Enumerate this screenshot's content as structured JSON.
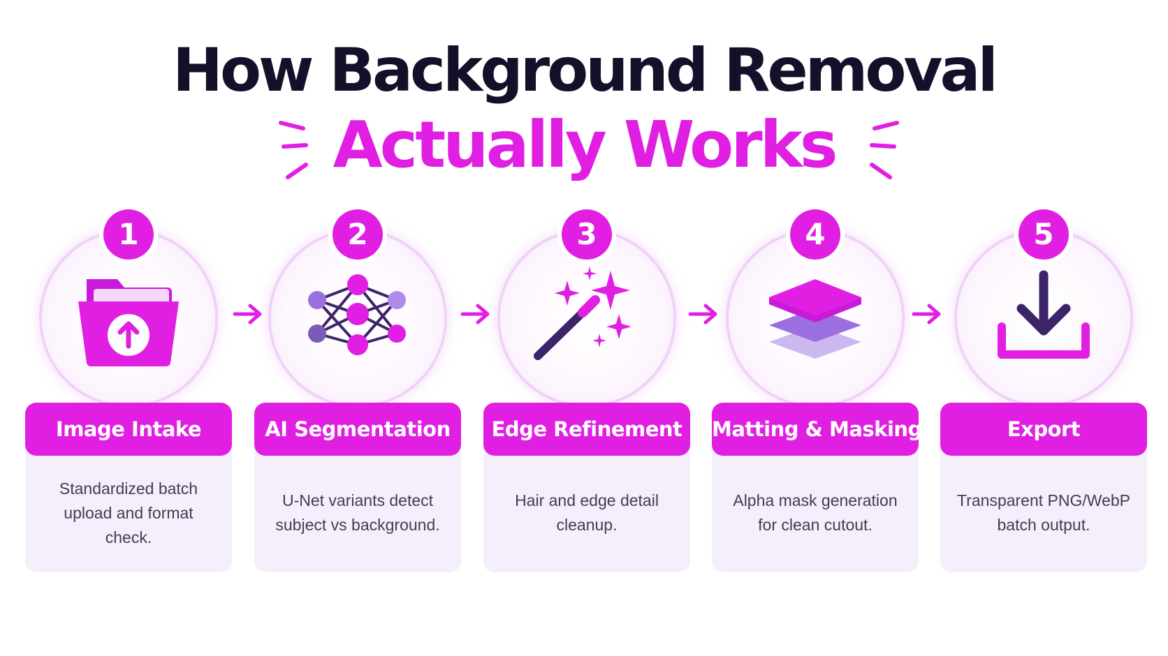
{
  "title": {
    "line1": "How Background Removal",
    "line2": "Actually Works"
  },
  "colors": {
    "accent": "#e01fe3",
    "dark": "#14102a",
    "lavender": "#9b6fe0",
    "card_bg": "#f4effb",
    "circle_ring": "#f0d2f8"
  },
  "steps": [
    {
      "number": "1",
      "title": "Image Intake",
      "description": "Standardized batch upload and format check.",
      "icon": "folder-upload-icon"
    },
    {
      "number": "2",
      "title": "AI Segmentation",
      "description": "U-Net variants detect subject vs background.",
      "icon": "neural-network-icon"
    },
    {
      "number": "3",
      "title": "Edge Refinement",
      "description": "Hair and edge detail cleanup.",
      "icon": "magic-wand-icon"
    },
    {
      "number": "4",
      "title": "Matting & Masking",
      "description": "Alpha mask generation for clean cutout.",
      "icon": "layers-icon"
    },
    {
      "number": "5",
      "title": "Export",
      "description": "Transparent PNG/WebP batch output.",
      "icon": "download-icon"
    }
  ]
}
